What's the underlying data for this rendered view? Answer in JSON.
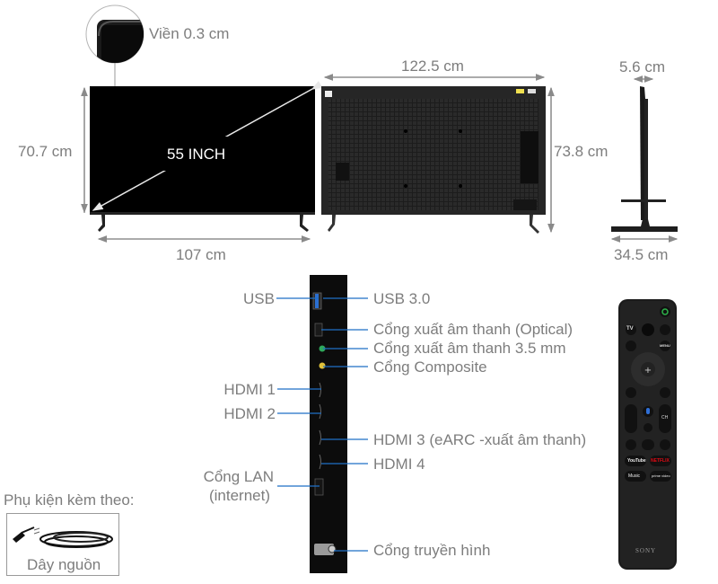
{
  "front_view": {
    "bezel_label": "Viền 0.3 cm",
    "diagonal_label": "55 INCH",
    "height_label": "70.7 cm",
    "width_label": "107 cm"
  },
  "back_view": {
    "width_label": "122.5 cm",
    "height_label": "73.8 cm"
  },
  "side_view": {
    "depth_label": "5.6 cm",
    "stand_depth_label": "34.5 cm"
  },
  "ports": {
    "left": [
      {
        "label": "USB"
      },
      {
        "label": "HDMI 1"
      },
      {
        "label": "HDMI 2"
      },
      {
        "label": "Cổng LAN"
      },
      {
        "label": "(internet)"
      }
    ],
    "right": [
      {
        "label": "USB 3.0"
      },
      {
        "label": "Cổng xuất âm thanh (Optical)"
      },
      {
        "label": "Cổng xuất âm thanh 3.5 mm"
      },
      {
        "label": "Cổng Composite"
      },
      {
        "label": "HDMI 3 (eARC -xuất âm thanh)"
      },
      {
        "label": "HDMI 4"
      },
      {
        "label": "Cổng truyền hình"
      }
    ],
    "line_color": "#1f6fc5"
  },
  "accessories": {
    "title": "Phụ kiện kèm theo:",
    "items": [
      {
        "label": "Dây nguồn"
      }
    ]
  },
  "remote": {
    "brand": "SONY",
    "buttons": {
      "tv": "TV",
      "menu": "MENU",
      "ch": "CH",
      "youtube": "YouTube",
      "netflix": "NETFLIX",
      "music": "Music",
      "prime": "prime video"
    },
    "colors": {
      "power": "#2db34a",
      "netflix": "#e50914",
      "mic": "#2f6fd6"
    }
  }
}
